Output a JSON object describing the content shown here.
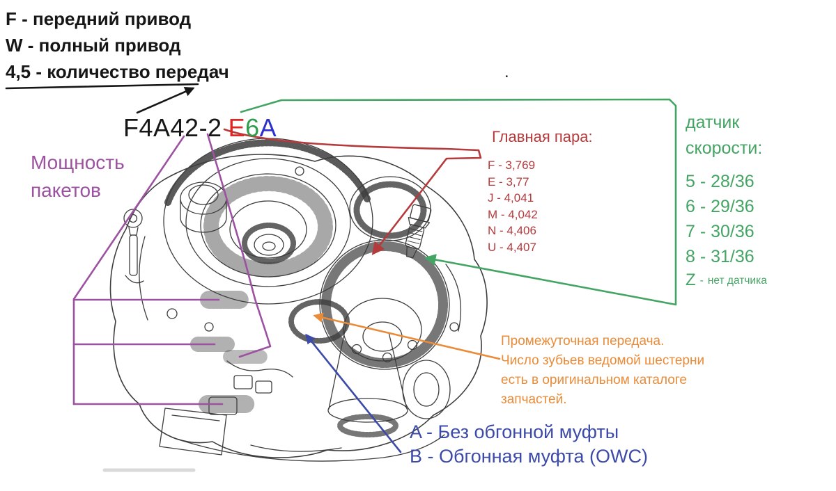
{
  "colors": {
    "text": "#161616",
    "bright_red": "#de2721",
    "dark_red": "#b43a3c",
    "green": "#44a463",
    "green_digit": "#2f9e4c",
    "blue_letter": "#2b2fd2",
    "blue": "#3c4aa8",
    "purple": "#9c52a1",
    "orange": "#e98b38",
    "drawing": "#3d3d3d"
  },
  "legend_top": {
    "lines": [
      "F - передний привод",
      "W - полный привод",
      "4,5 - количество передач"
    ]
  },
  "model_code": {
    "base": "F4A42-2",
    "suffix_red": "E",
    "suffix_green": "6",
    "suffix_blue": "A"
  },
  "power_packs": {
    "lines": [
      "Мощность",
      "пакетов"
    ]
  },
  "final_drive": {
    "title": "Главная пара:",
    "items": [
      "F - 3,769",
      "E - 3,77",
      "J - 4,041",
      "M - 4,042",
      "N - 4,406",
      "U - 4,407"
    ]
  },
  "speed_sensor": {
    "title_lines": [
      "датчик",
      "скорости:"
    ],
    "items": [
      "5 - 28/36",
      "6 - 29/36",
      "7 - 30/36",
      "8 - 31/36"
    ],
    "z_code": "Z",
    "z_sep": "-",
    "z_text": "нет датчика"
  },
  "intermediate_note": {
    "lines": [
      "Промежуточная передача.",
      "Число зубьев ведомой шестерни",
      "есть в оригинальном каталоге",
      "запчастей."
    ]
  },
  "owc": {
    "lines": [
      "A - Без обгонной муфты",
      "B - Обгонная муфта (OWC)"
    ]
  },
  "misc": {
    "dot": "."
  }
}
